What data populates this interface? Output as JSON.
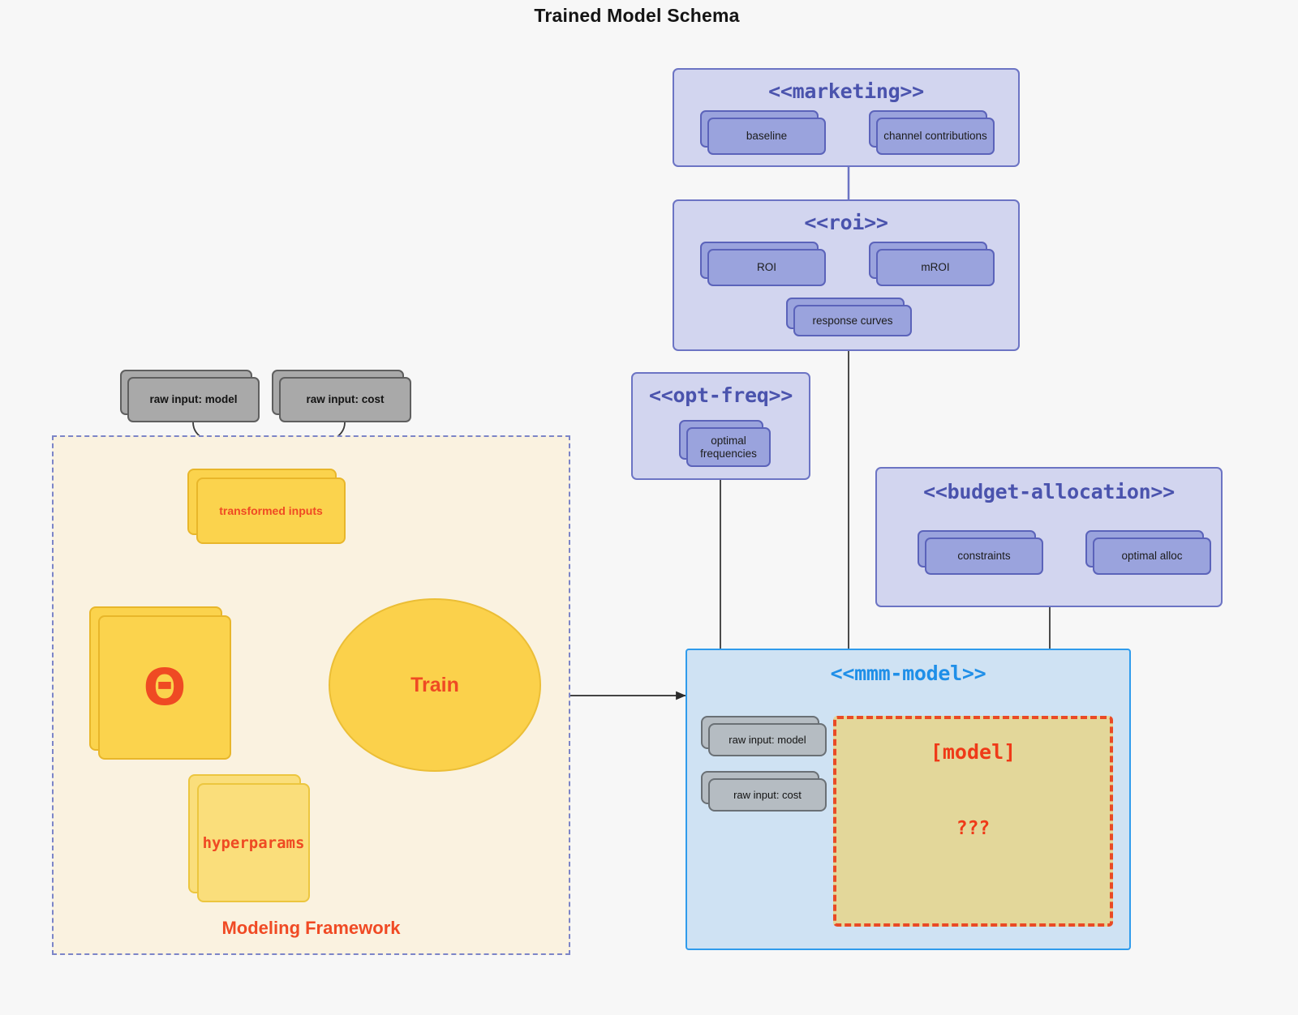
{
  "title": "Trained Model Schema",
  "colors": {
    "canvas": "#f7f7f7",
    "package_fill": "#d2d5ef",
    "package_border": "#6c74c4",
    "package_title": "#4a53ad",
    "node_fill": "#9aa3dd",
    "node_border": "#5b63ba",
    "gray_node_fill": "#a9a9a9",
    "gray_node_border": "#5f5f5f",
    "framework_fill": "#faf2e0",
    "framework_border": "#7c85c8",
    "yellow_fill": "#fbd34d",
    "yellow_border": "#e8b62a",
    "yellow_pale_fill": "#fade7b",
    "accent_red": "#ef4a23",
    "mmm_fill": "#cfe2f3",
    "mmm_border": "#2f9bec",
    "mmm_title": "#1f8fe8",
    "model_box_fill": "#e3d79a",
    "model_box_border": "#ea4a25"
  },
  "packages": {
    "marketing": {
      "title": "<<marketing>>",
      "nodes": [
        {
          "label": "baseline"
        },
        {
          "label": "channel contributions"
        }
      ]
    },
    "roi": {
      "title": "<<roi>>",
      "nodes": [
        {
          "label": "ROI"
        },
        {
          "label": "mROI"
        },
        {
          "label": "response curves"
        }
      ]
    },
    "opt_freq": {
      "title": "<<opt-freq>>",
      "nodes": [
        {
          "label": "optimal\nfrequencies",
          "line1": "optimal",
          "line2": "frequencies"
        }
      ]
    },
    "budget_allocation": {
      "title": "<<budget-allocation>>",
      "nodes": [
        {
          "label": "constraints"
        },
        {
          "label": "optimal alloc"
        }
      ]
    },
    "mmm_model": {
      "title": "<<mmm-model>>",
      "inputs": [
        {
          "label": "raw input: model"
        },
        {
          "label": "raw input: cost"
        }
      ],
      "model_box": {
        "title": "[model]",
        "body": "???"
      }
    }
  },
  "framework": {
    "label": "Modeling Framework",
    "raw_inputs": [
      {
        "label": "raw input: model"
      },
      {
        "label": "raw input: cost"
      }
    ],
    "transformed_inputs": {
      "label": "transformed inputs"
    },
    "theta": {
      "label": "Θ"
    },
    "hyperparams": {
      "label": "hyperparams"
    },
    "train": {
      "label": "Train"
    }
  }
}
